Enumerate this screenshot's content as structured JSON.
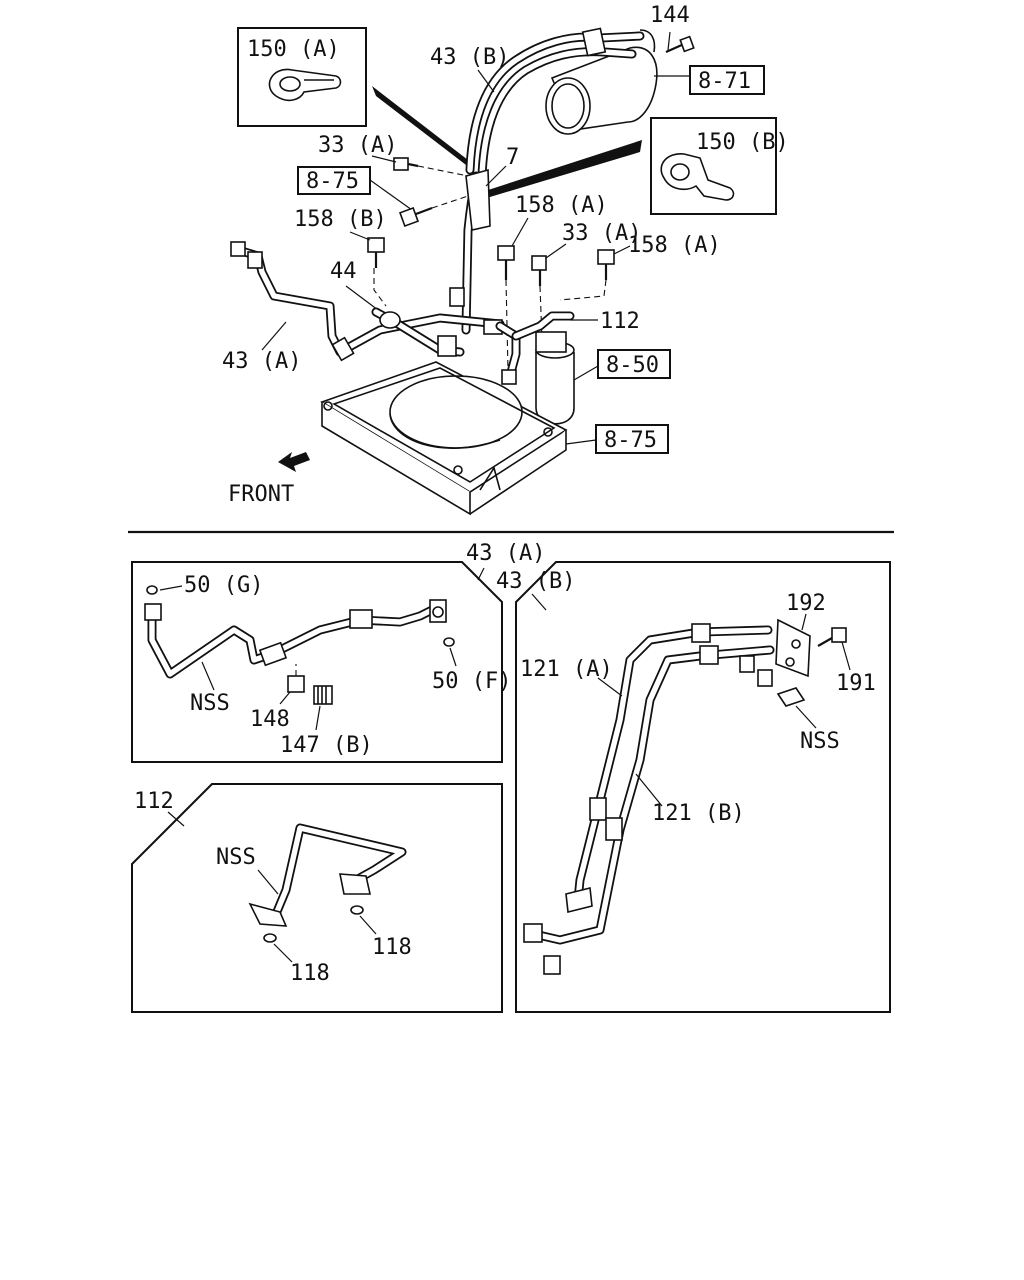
{
  "top_view": {
    "callouts": {
      "c144": "144",
      "c150a": "150 (A)",
      "c43b": "43 (B)",
      "c871": "8-71",
      "c33a_1": "33 (A)",
      "c7": "7",
      "c150b": "150 (B)",
      "c875_1": "8-75",
      "c158b": "158 (B)",
      "c158a_1": "158 (A)",
      "c33a_2": "33 (A)",
      "c158a_2": "158 (A)",
      "c44": "44",
      "c112": "112",
      "c43a": "43 (A)",
      "c850": "8-50",
      "c875_2": "8-75",
      "front": "FRONT"
    }
  },
  "panel_43a": {
    "header": "43 (A)",
    "callouts": {
      "c50g": "50 (G)",
      "c50f": "50 (F)",
      "nss": "NSS",
      "c148": "148",
      "c147b": "147 (B)"
    }
  },
  "panel_43b": {
    "header": "43 (B)",
    "callouts": {
      "c192": "192",
      "c121a": "121 (A)",
      "c191": "191",
      "nss": "NSS",
      "c121b": "121 (B)"
    }
  },
  "panel_112": {
    "header": "112",
    "callouts": {
      "nss": "NSS",
      "c118_1": "118",
      "c118_2": "118"
    }
  }
}
